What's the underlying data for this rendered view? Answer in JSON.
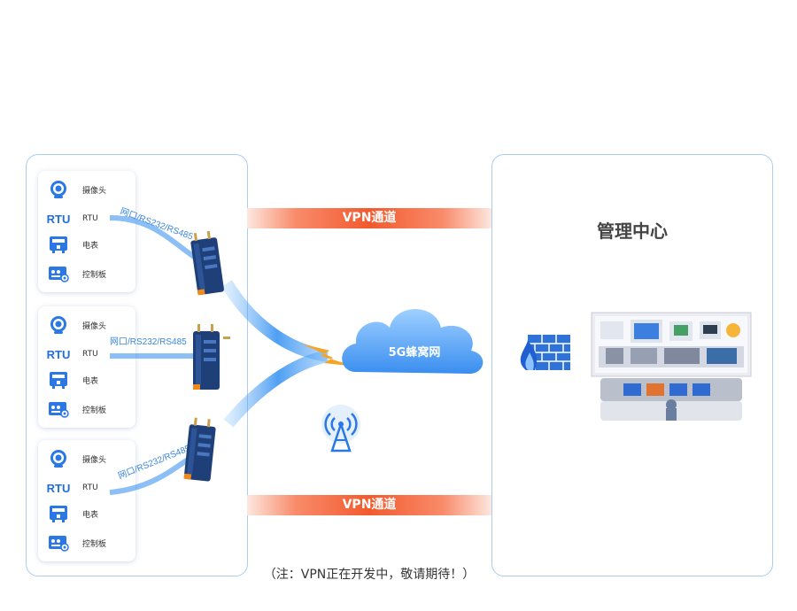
{
  "left_panel": {
    "cards": [
      {
        "items": [
          {
            "icon": "camera-icon",
            "label": "摄像头"
          },
          {
            "icon": "rtu-icon",
            "icon_text": "RTU",
            "label": "RTU"
          },
          {
            "icon": "meter-icon",
            "label": "电表"
          },
          {
            "icon": "control-board-icon",
            "label": "控制板"
          }
        ]
      },
      {
        "items": [
          {
            "icon": "camera-icon",
            "label": "摄像头"
          },
          {
            "icon": "rtu-icon",
            "icon_text": "RTU",
            "label": "RTU"
          },
          {
            "icon": "meter-icon",
            "label": "电表"
          },
          {
            "icon": "control-board-icon",
            "label": "控制板"
          }
        ]
      },
      {
        "items": [
          {
            "icon": "camera-icon",
            "label": "摄像头"
          },
          {
            "icon": "rtu-icon",
            "icon_text": "RTU",
            "label": "RTU"
          },
          {
            "icon": "meter-icon",
            "label": "电表"
          },
          {
            "icon": "control-board-icon",
            "label": "控制板"
          }
        ]
      }
    ],
    "connection_labels": [
      "网口/RS232/RS485",
      "网口/RS232/RS485",
      "网口/RS232/RS485"
    ]
  },
  "vpn_bands": [
    "VPN通道",
    "VPN通道"
  ],
  "cloud_label": "5G蜂窝网",
  "management": {
    "title": "管理中心"
  },
  "note": "（注：VPN正在开发中，敬请期待！）",
  "colors": {
    "accent_blue": "#3a86e0",
    "vpn_orange": "#f25a2e",
    "panel_border": "#a9cdf0",
    "router_blue": "#1e3f78"
  }
}
